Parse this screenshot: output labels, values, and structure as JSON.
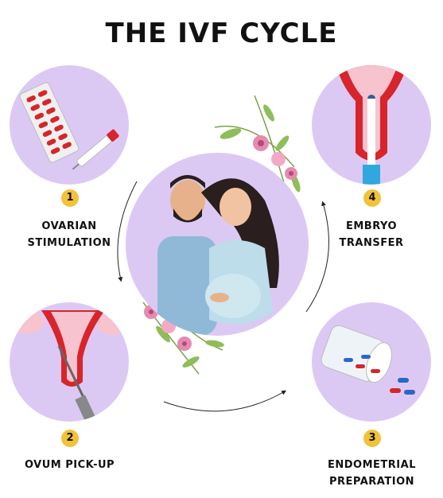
{
  "title": "THE IVF CYCLE",
  "steps": [
    {
      "number": "1",
      "label_line1": "OVARIAN",
      "label_line2": "STIMULATION"
    },
    {
      "number": "2",
      "label_line1": "OVUM PICK-UP",
      "label_line2": ""
    },
    {
      "number": "3",
      "label_line1": "ENDOMETRIAL",
      "label_line2": "PREPARATION"
    },
    {
      "number": "4",
      "label_line1": "EMBRYO",
      "label_line2": "TRANSFER"
    }
  ],
  "colors": {
    "circle": "#dcc9f3",
    "badge": "#f2c23a",
    "text": "#111111",
    "uterus": "#d8242b",
    "pink": "#f7c3cf",
    "leaf": "#78a34a"
  },
  "icons": [
    "pill-blister-icon",
    "injection-pen-icon",
    "uterus-icon",
    "pipette-icon",
    "pill-bottle-icon",
    "couple-illustration",
    "flower-decoration"
  ]
}
